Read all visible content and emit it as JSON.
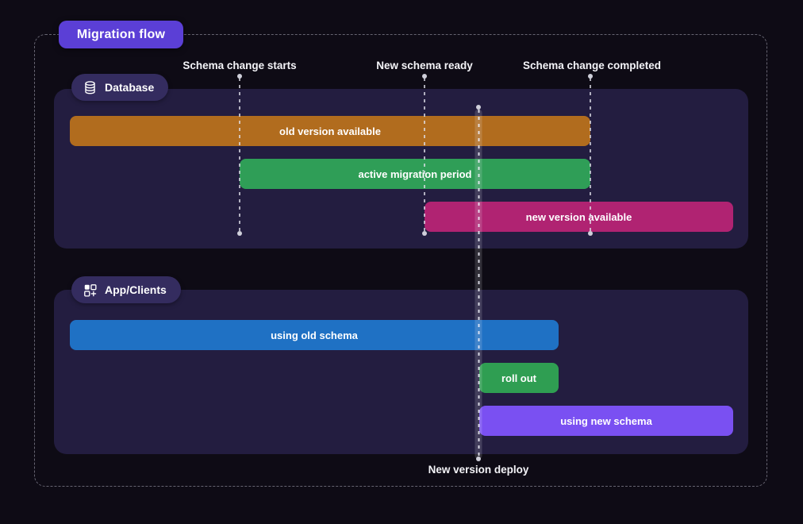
{
  "title": "Migration flow",
  "milestones": [
    {
      "label": "Schema change starts"
    },
    {
      "label": "New schema ready"
    },
    {
      "label": "Schema change completed"
    }
  ],
  "deploy_marker": {
    "label": "New version deploy"
  },
  "lanes": [
    {
      "name": "Database",
      "icon": "database-icon",
      "bars": [
        {
          "label": "old version available",
          "color": "#b16c1e"
        },
        {
          "label": "active migration period",
          "color": "#2f9e57"
        },
        {
          "label": "new version available",
          "color": "#b02372"
        }
      ]
    },
    {
      "name": "App/Clients",
      "icon": "apps-add-icon",
      "bars": [
        {
          "label": "using old schema",
          "color": "#1f71c4"
        },
        {
          "label": "roll out",
          "color": "#2f9e52"
        },
        {
          "label": "using new schema",
          "color": "#7a50f2"
        }
      ]
    }
  ],
  "colors": {
    "background": "#0e0b15",
    "lane_background": "#231d40",
    "title_badge": "#5b3fd6",
    "lane_badge": "#342c5f",
    "guide_dot": "#cfcfda"
  }
}
